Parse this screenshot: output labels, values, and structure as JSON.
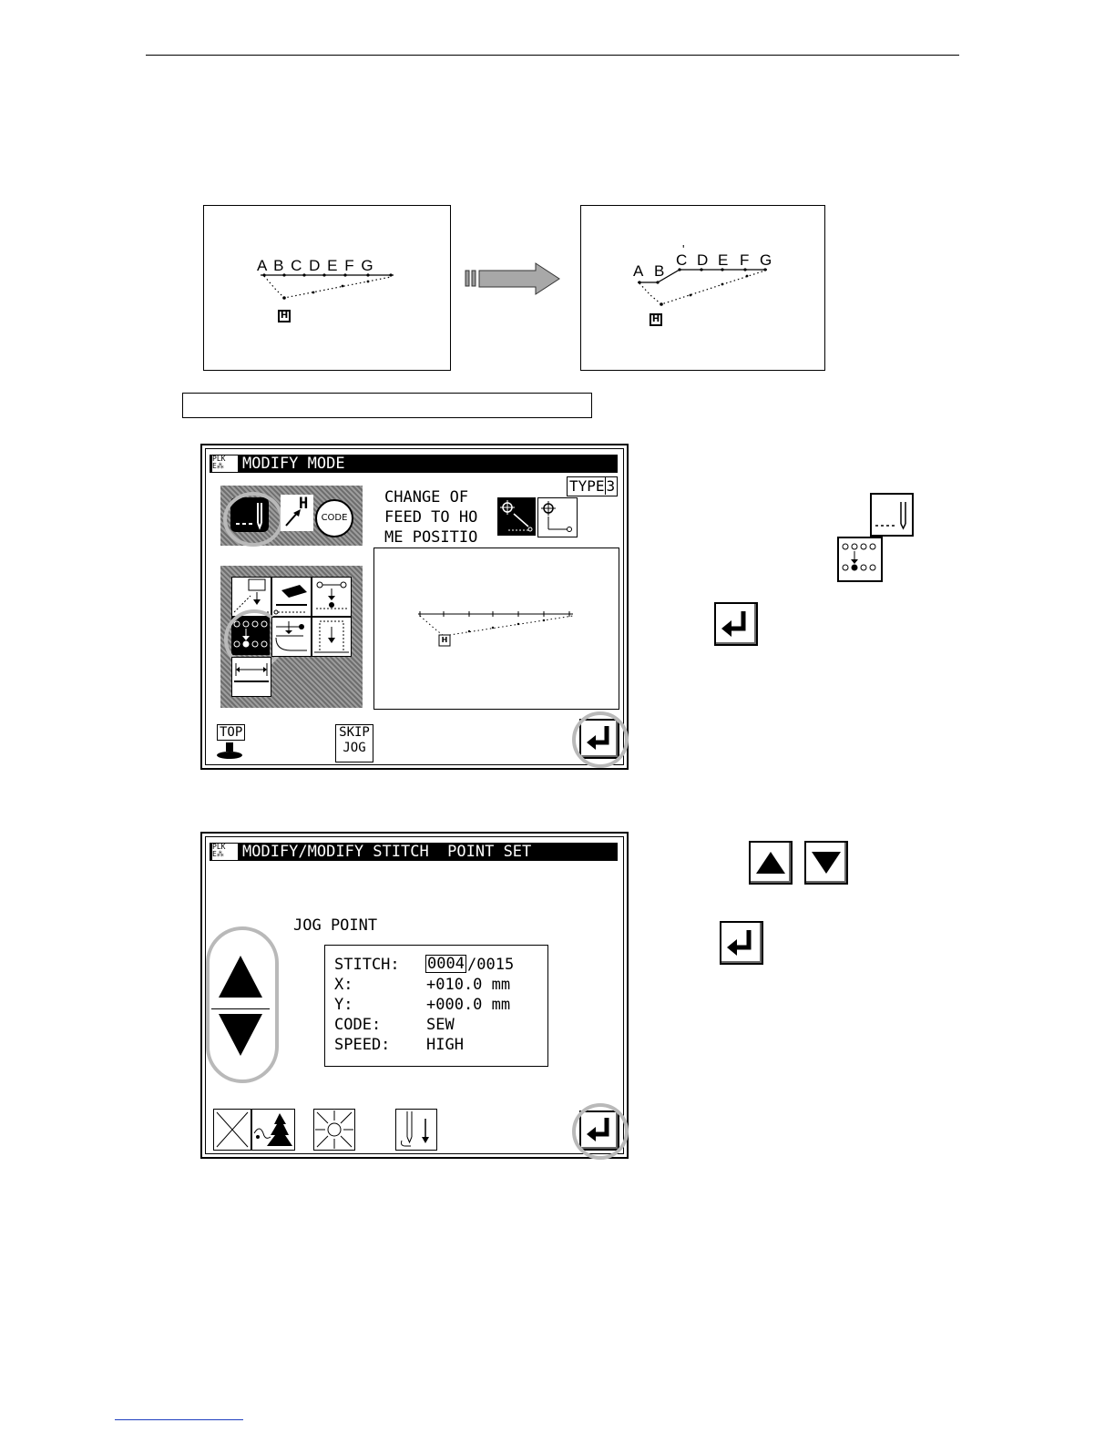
{
  "illustration": {
    "before_letters": "A B C D E F G",
    "after_letters": [
      "A",
      "B",
      "C",
      "D",
      "E",
      "F",
      "G"
    ],
    "after_prime": "'",
    "home_marker": "H"
  },
  "arrow_icon": "right-arrow-icon",
  "modify_mode_screen": {
    "panel_badge": "PLK\nE",
    "title": "MODIFY MODE",
    "type_label": "TYPE",
    "type_value": "3",
    "description": "CHANGE OF\nFEED TO HO\nME POSITIO",
    "code_button": "CODE",
    "home_arrow_label": "H",
    "preview_home_marker": "H",
    "top_button": "TOP",
    "skip_jog_button": "SKIP\nJOG",
    "enter_icon": "enter-icon"
  },
  "stitch_point_screen": {
    "panel_badge": "PLK\nE",
    "title": "MODIFY/MODIFY STITCH  POINT SET",
    "heading": "JOG POINT",
    "stitch_label": "STITCH:",
    "stitch_current": "0004",
    "stitch_total": "/0015",
    "x_label": "X:",
    "x_value": "+010.0 mm",
    "y_label": "Y:",
    "y_value": "+000.0 mm",
    "code_label": "CODE:",
    "code_value": "SEW",
    "speed_label": "SPEED:",
    "speed_value": "HIGH",
    "enter_icon": "enter-icon"
  },
  "side_icons": {
    "needle": "needle-feed-icon",
    "modify_stitch": "modify-stitch-point-icon",
    "enter": "enter-icon",
    "up": "up-triangle-icon",
    "down": "down-triangle-icon"
  },
  "colors": {
    "highlight_ring": "#b9b9b9",
    "lcd_panel": "#8a8a8a",
    "arrow_fill": "#a8a8a8"
  }
}
